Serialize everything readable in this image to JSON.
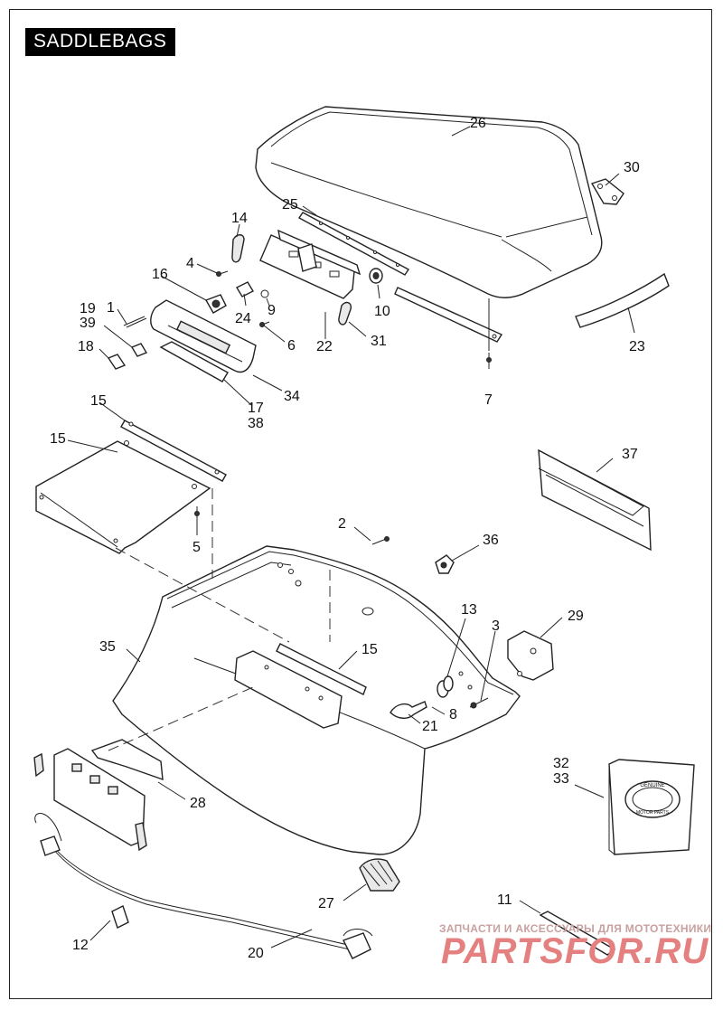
{
  "title": "SADDLEBAGS",
  "callouts": {
    "c1": "1",
    "c2": "2",
    "c3": "3",
    "c4": "4",
    "c5": "5",
    "c6": "6",
    "c7": "7",
    "c8": "8",
    "c9": "9",
    "c10": "10",
    "c11": "11",
    "c12": "12",
    "c13": "13",
    "c14": "14",
    "c15a": "15",
    "c15b": "15",
    "c15c": "15",
    "c16": "16",
    "c17": "17",
    "c18": "18",
    "c19": "19",
    "c20": "20",
    "c21": "21",
    "c22": "22",
    "c23": "23",
    "c24": "24",
    "c25": "25",
    "c26": "26",
    "c27": "27",
    "c28": "28",
    "c29": "29",
    "c30": "30",
    "c31": "31",
    "c32": "32",
    "c33": "33",
    "c34": "34",
    "c35": "35",
    "c36": "36",
    "c37": "37",
    "c38": "38",
    "c39": "39"
  },
  "badge": {
    "line1": "GENUINE",
    "line2": "MOTOR PARTS"
  },
  "watermark": {
    "caption": "ЗАПЧАСТИ И АКСЕССУАРЫ ДЛЯ МОТОТЕХНИКИ",
    "logo": "PARTSFOR.RU"
  }
}
